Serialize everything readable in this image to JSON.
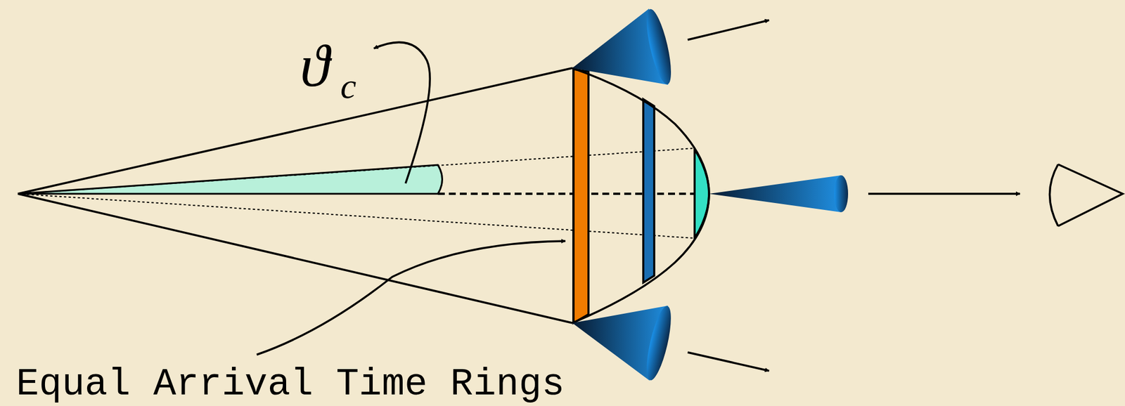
{
  "diagram": {
    "labels": [
      "ϑ",
      "c",
      "Equal Arrival Time Rings"
    ]
  }
}
